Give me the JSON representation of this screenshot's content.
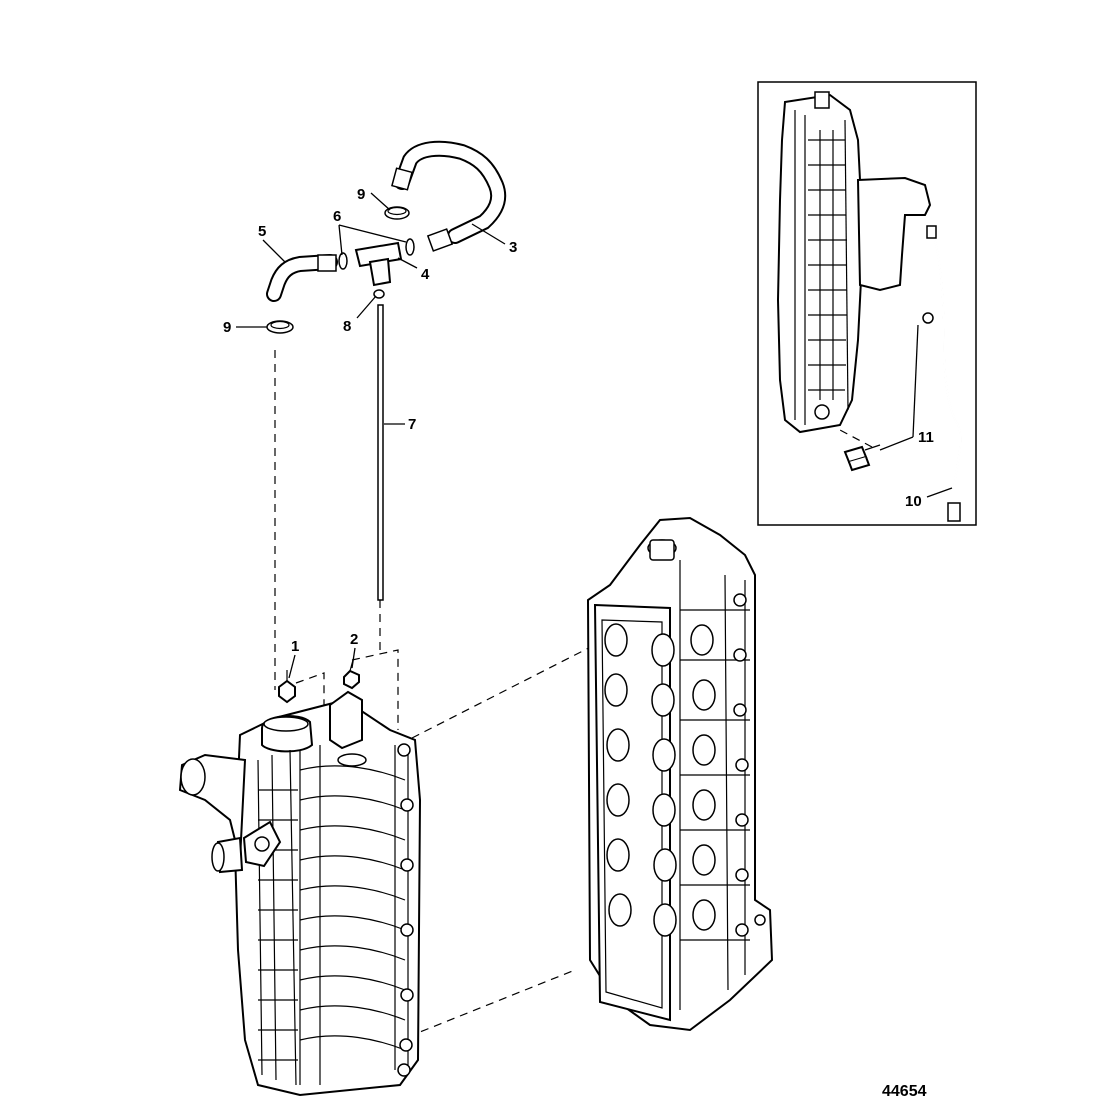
{
  "callouts": {
    "c1": "1",
    "c2": "2",
    "c3": "3",
    "c4": "4",
    "c5": "5",
    "c6": "6",
    "c7": "7",
    "c8": "8",
    "c9a": "9",
    "c9b": "9",
    "c10": "10",
    "c11": "11"
  },
  "figure_number": "44654"
}
